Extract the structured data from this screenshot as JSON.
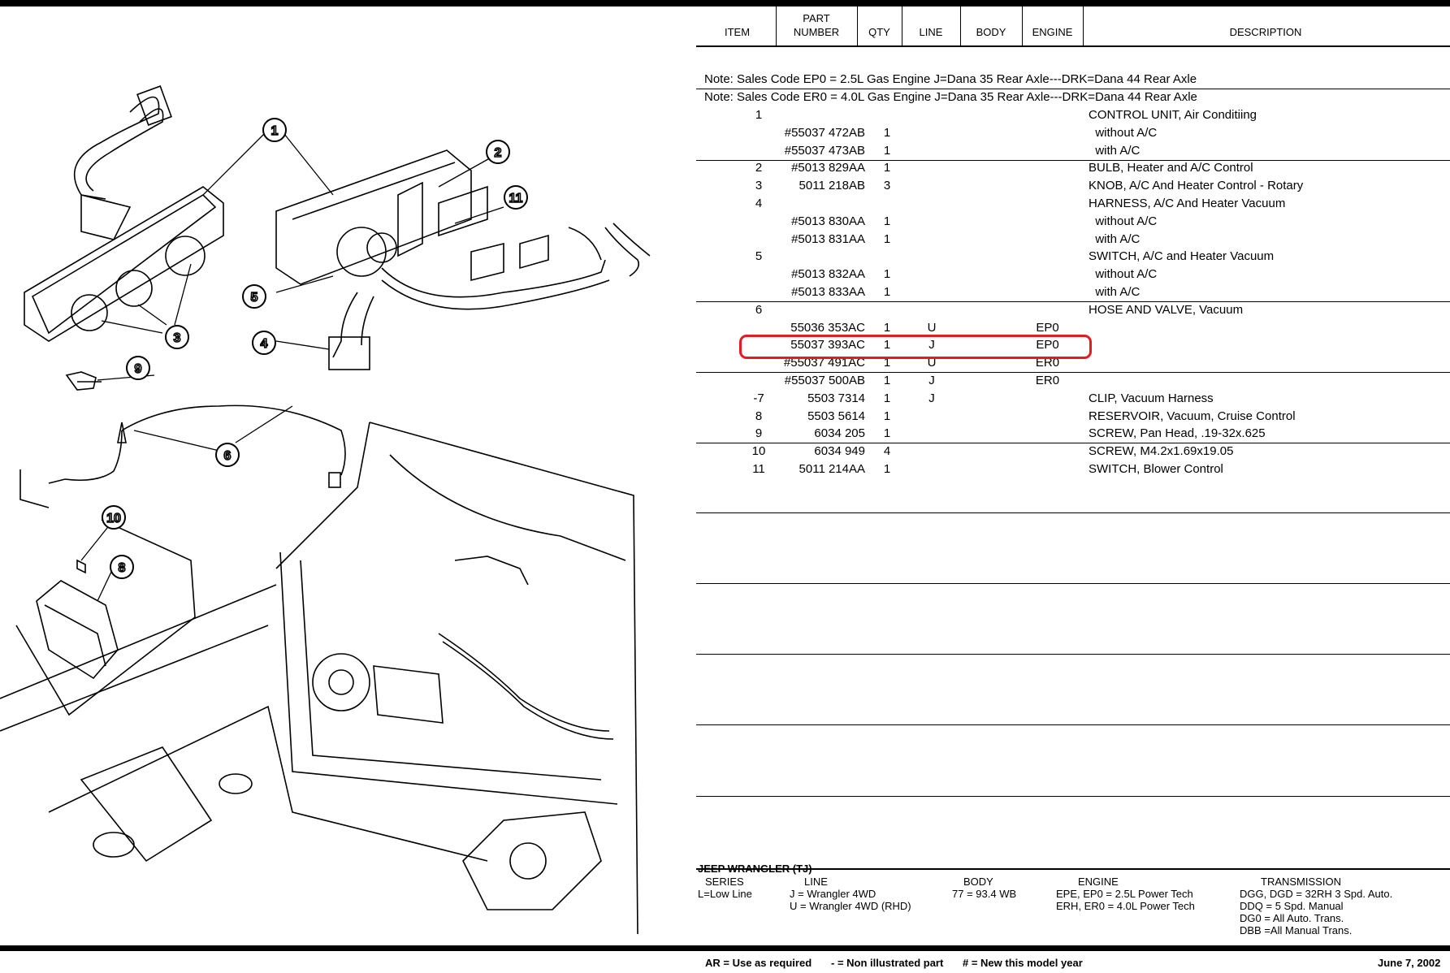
{
  "headers": {
    "item": "ITEM",
    "part_number": "PART\nNUMBER",
    "qty": "QTY",
    "line": "LINE",
    "body": "BODY",
    "engine": "ENGINE",
    "description": "DESCRIPTION"
  },
  "notes": [
    "Note: Sales Code EP0 = 2.5L Gas Engine J=Dana 35 Rear Axle---DRK=Dana 44 Rear Axle",
    "Note: Sales Code ER0 = 4.0L Gas Engine J=Dana 35 Rear Axle---DRK=Dana 44 Rear Axle"
  ],
  "rows": [
    {
      "item": "1",
      "part": "",
      "qty": "",
      "line": "",
      "engine": "",
      "desc": "CONTROL UNIT, Air Conditiing"
    },
    {
      "item": "",
      "part": "#55037 472AB",
      "qty": "1",
      "line": "",
      "engine": "",
      "desc": "  without A/C"
    },
    {
      "item": "",
      "part": "#55037 473AB",
      "qty": "1",
      "line": "",
      "engine": "",
      "desc": "  with A/C"
    },
    {
      "item": "2",
      "part": "#5013 829AA",
      "qty": "1",
      "line": "",
      "engine": "",
      "desc": "BULB, Heater and A/C Control"
    },
    {
      "item": "3",
      "part": "5011 218AB",
      "qty": "3",
      "line": "",
      "engine": "",
      "desc": "KNOB, A/C And Heater Control - Rotary"
    },
    {
      "item": "4",
      "part": "",
      "qty": "",
      "line": "",
      "engine": "",
      "desc": "HARNESS, A/C And Heater Vacuum"
    },
    {
      "item": "",
      "part": "#5013 830AA",
      "qty": "1",
      "line": "",
      "engine": "",
      "desc": "  without A/C"
    },
    {
      "item": "",
      "part": "#5013 831AA",
      "qty": "1",
      "line": "",
      "engine": "",
      "desc": "  with A/C"
    },
    {
      "item": "5",
      "part": "",
      "qty": "",
      "line": "",
      "engine": "",
      "desc": "SWITCH, A/C and Heater Vacuum"
    },
    {
      "item": "",
      "part": "#5013 832AA",
      "qty": "1",
      "line": "",
      "engine": "",
      "desc": "  without A/C"
    },
    {
      "item": "",
      "part": "#5013 833AA",
      "qty": "1",
      "line": "",
      "engine": "",
      "desc": "  with A/C"
    },
    {
      "item": "6",
      "part": "",
      "qty": "",
      "line": "",
      "engine": "",
      "desc": "HOSE AND VALVE, Vacuum"
    },
    {
      "item": "",
      "part": "55036 353AC",
      "qty": "1",
      "line": "U",
      "engine": "EP0",
      "desc": ""
    },
    {
      "item": "",
      "part": "55037 393AC",
      "qty": "1",
      "line": "J",
      "engine": "EP0",
      "desc": ""
    },
    {
      "item": "",
      "part": "#55037 491AC",
      "qty": "1",
      "line": "U",
      "engine": "ER0",
      "desc": ""
    },
    {
      "item": "",
      "part": "#55037 500AB",
      "qty": "1",
      "line": "J",
      "engine": "ER0",
      "desc": ""
    },
    {
      "item": "-7",
      "part": "5503 7314",
      "qty": "1",
      "line": "J",
      "engine": "",
      "desc": "CLIP, Vacuum Harness"
    },
    {
      "item": "8",
      "part": "5503 5614",
      "qty": "1",
      "line": "",
      "engine": "",
      "desc": "RESERVOIR, Vacuum, Cruise Control"
    },
    {
      "item": "9",
      "part": "6034 205",
      "qty": "1",
      "line": "",
      "engine": "",
      "desc": "SCREW, Pan Head, .19-32x.625"
    },
    {
      "item": "10",
      "part": "6034 949",
      "qty": "4",
      "line": "",
      "engine": "",
      "desc": "SCREW, M4.2x1.69x19.05"
    },
    {
      "item": "11",
      "part": "5011 214AA",
      "qty": "1",
      "line": "",
      "engine": "",
      "desc": "SWITCH, Blower Control"
    }
  ],
  "highlight_color": "#e31b23",
  "callouts": [
    "1",
    "2",
    "3",
    "4",
    "5",
    "6",
    "8",
    "9",
    "10",
    "11"
  ],
  "footer": {
    "model_title": "JEEP WRANGLER (TJ)",
    "series_label": "SERIES",
    "series_value": "L=Low Line",
    "line_label": "LINE",
    "line_values": [
      "J = Wrangler 4WD",
      "U = Wrangler 4WD (RHD)"
    ],
    "body_label": "BODY",
    "body_value": "77 = 93.4 WB",
    "engine_label": "ENGINE",
    "engine_values": [
      "EPE, EP0 = 2.5L Power Tech",
      "ERH, ER0 = 4.0L Power Tech"
    ],
    "transmission_label": "TRANSMISSION",
    "transmission_values": [
      "DGG, DGD = 32RH 3 Spd. Auto.",
      "DDQ = 5 Spd. Manual",
      "DG0 = All Auto. Trans.",
      "DBB =All Manual Trans."
    ]
  },
  "legend": {
    "ar": "AR = Use as required",
    "non_illustrated": "- = Non illustrated part",
    "new": "# = New this model year",
    "date": "June 7, 2002"
  }
}
